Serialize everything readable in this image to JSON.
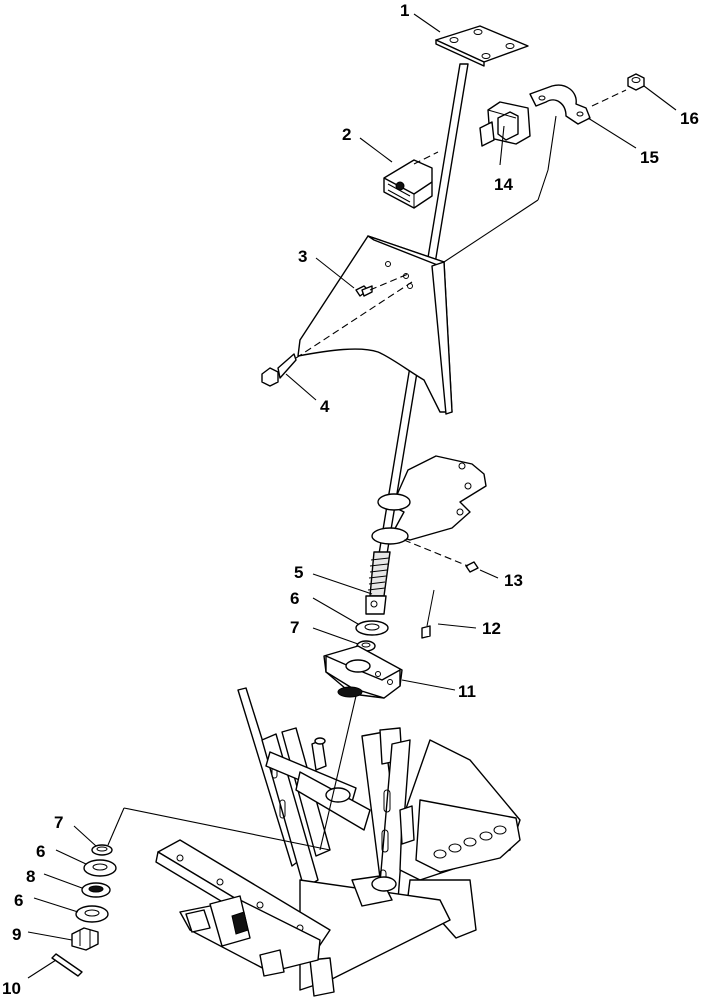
{
  "diagram": {
    "callouts": {
      "c1": "1",
      "c2": "2",
      "c3": "3",
      "c4": "4",
      "c5": "5",
      "c6a": "6",
      "c7a": "7",
      "c11": "11",
      "c12": "12",
      "c13": "13",
      "c14": "14",
      "c15": "15",
      "c16": "16",
      "c7b": "7",
      "c6b": "6",
      "c8": "8",
      "c6c": "6",
      "c9": "9",
      "c10": "10"
    }
  }
}
